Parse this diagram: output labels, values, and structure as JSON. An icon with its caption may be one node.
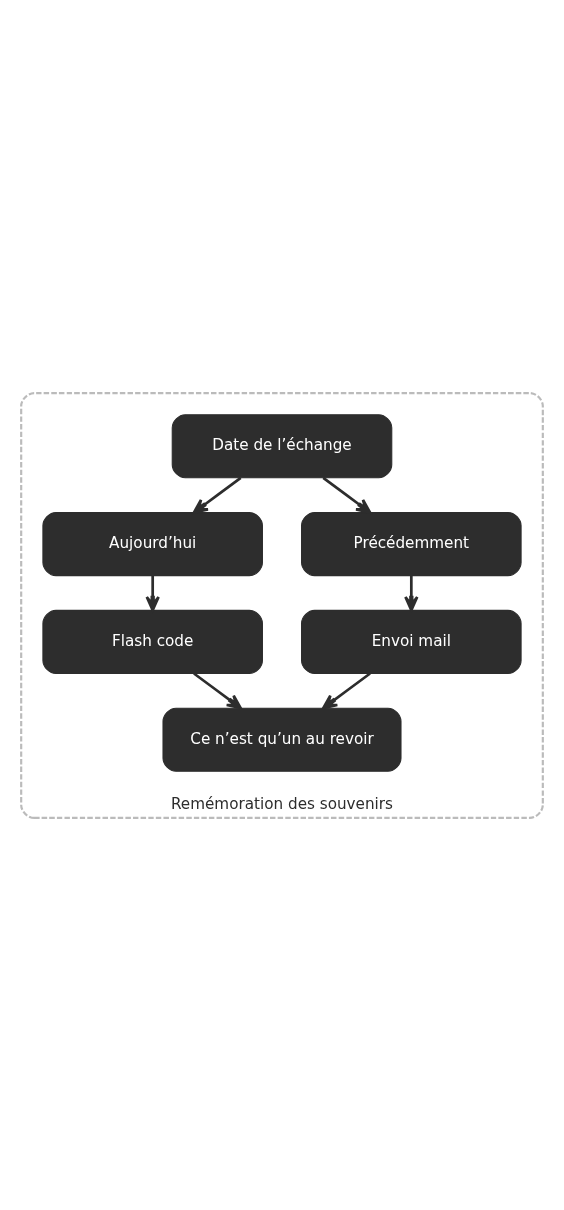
{
  "diagram": {
    "nodes": [
      {
        "text": [
          "Remémoration des souvenirs"
        ]
      },
      {
        "text": [
          "Date de l’échange"
        ],
        "in": 0
      },
      {
        "text": [
          "Aujourd’hui"
        ],
        "in": 0
      },
      {
        "text": [
          "Précédemment"
        ],
        "in": 0
      },
      {
        "text": [
          "Flash code"
        ],
        "in": 0
      },
      {
        "text": [
          "Envoi mail"
        ],
        "in": 0
      },
      {
        "text": [
          "Ce n’est qu’un au revoir"
        ],
        "in": 0
      }
    ],
    "edges": [
      {
        "from": 1,
        "to": 2,
        "arrow": "to"
      },
      {
        "from": 1,
        "to": 3,
        "arrow": "to"
      },
      {
        "from": 2,
        "to": 4,
        "arrow": "to"
      },
      {
        "from": 3,
        "to": 5,
        "arrow": "to"
      },
      {
        "from": 4,
        "to": 6,
        "arrow": "to"
      },
      {
        "from": 5,
        "to": 6,
        "arrow": "to"
      }
    ]
  }
}
